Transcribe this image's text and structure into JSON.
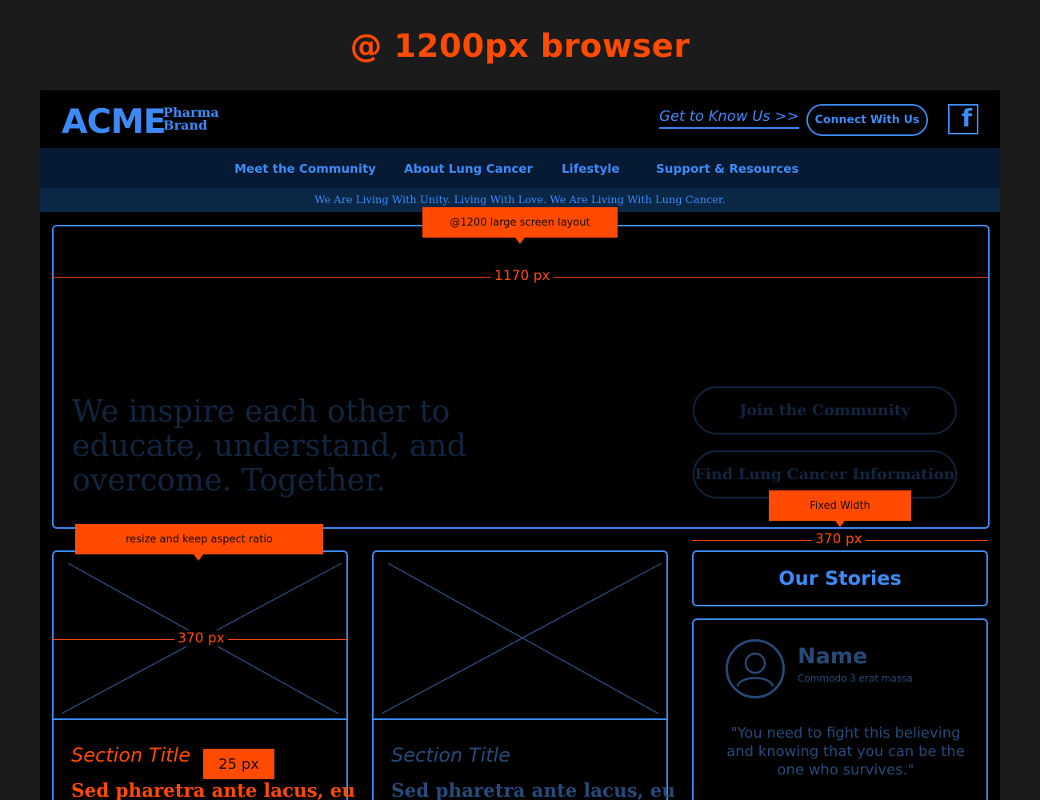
{
  "heading": "@ 1200px browser",
  "header": {
    "logo_main": "ACME",
    "logo_line1": "Pharma",
    "logo_line2": "Brand",
    "get_to_know": "Get to Know Us >>",
    "connect_label": "Connect With Us",
    "facebook_icon": "facebook-icon"
  },
  "nav": {
    "items": [
      "Meet the Community",
      "About Lung Cancer",
      "Lifestyle",
      "Support & Resources"
    ]
  },
  "tagline": "We Are Living With Unity. Living With Love. We Are Living With Lung Cancer.",
  "hero": {
    "text": "We inspire each other to educate, understand, and overcome. Together.",
    "buttons": [
      "Join the Community",
      "Find Lung Cancer Information"
    ]
  },
  "cards": [
    {
      "title": "Section Title",
      "subtitle": "Sed pharetra ante lacus, eu"
    },
    {
      "title": "Section Title",
      "subtitle": "Sed pharetra ante lacus, eu"
    }
  ],
  "stories": {
    "title": "Our Stories",
    "name": "Name",
    "sub": "Commodo 3 erat massa",
    "quote": "\"You need to fight this believing and knowing that you can be the one who survives.\""
  },
  "annotations": {
    "large_layout": "@1200 large screen layout",
    "width_1170": "1170 px",
    "fixed_width": "Fixed Width",
    "width_370_right": "370 px",
    "resize": "resize and keep aspect ratio",
    "width_370_card": "370 px",
    "px_25": "25 px"
  },
  "colors": {
    "accent": "#3d8af7",
    "annotation": "#ff4a00",
    "nav_bg": "#071a33",
    "tagline_bg": "#0a2746"
  }
}
